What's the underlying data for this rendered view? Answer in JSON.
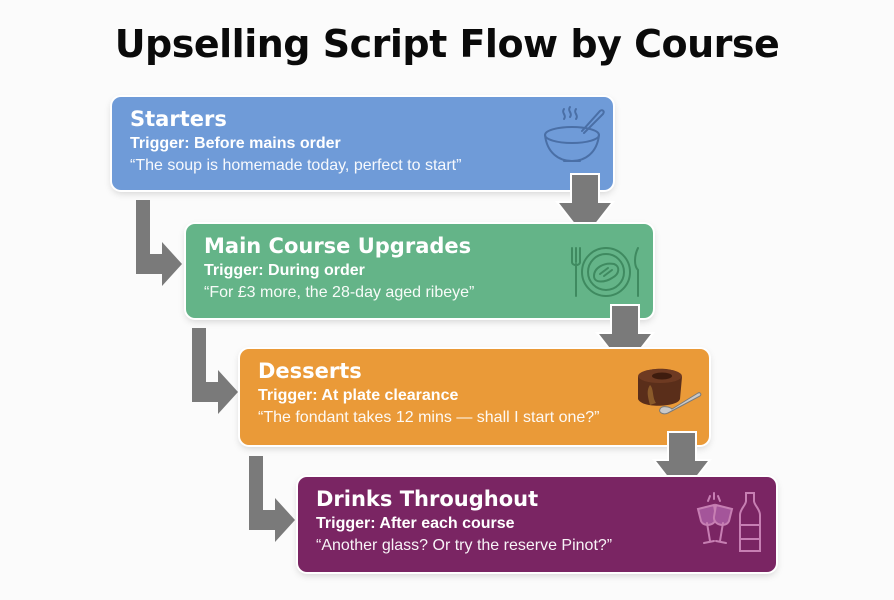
{
  "title": "Upselling Script Flow by Course",
  "colors": {
    "arrow": "#7a7a7a",
    "starters": "#6f9bd8",
    "mains": "#64b488",
    "desserts": "#ea9a38",
    "drinks": "#7a2563"
  },
  "steps": [
    {
      "heading": "Starters",
      "trigger": "Trigger: Before mains order",
      "quote": "“The soup is homemade today, perfect to start”",
      "icon": "soup-bowl-icon"
    },
    {
      "heading": "Main Course Upgrades",
      "trigger": "Trigger: During order",
      "quote": "“For £3 more, the 28-day aged ribeye”",
      "icon": "plate-steak-cutlery-icon"
    },
    {
      "heading": "Desserts",
      "trigger": "Trigger: At plate clearance",
      "quote": "“The fondant takes 12 mins — shall I start one?”",
      "icon": "chocolate-fondant-spoon-icon"
    },
    {
      "heading": "Drinks Throughout",
      "trigger": "Trigger: After each course",
      "quote": "“Another glass? Or try the reserve Pinot?”",
      "icon": "wine-glasses-bottle-icon"
    }
  ]
}
